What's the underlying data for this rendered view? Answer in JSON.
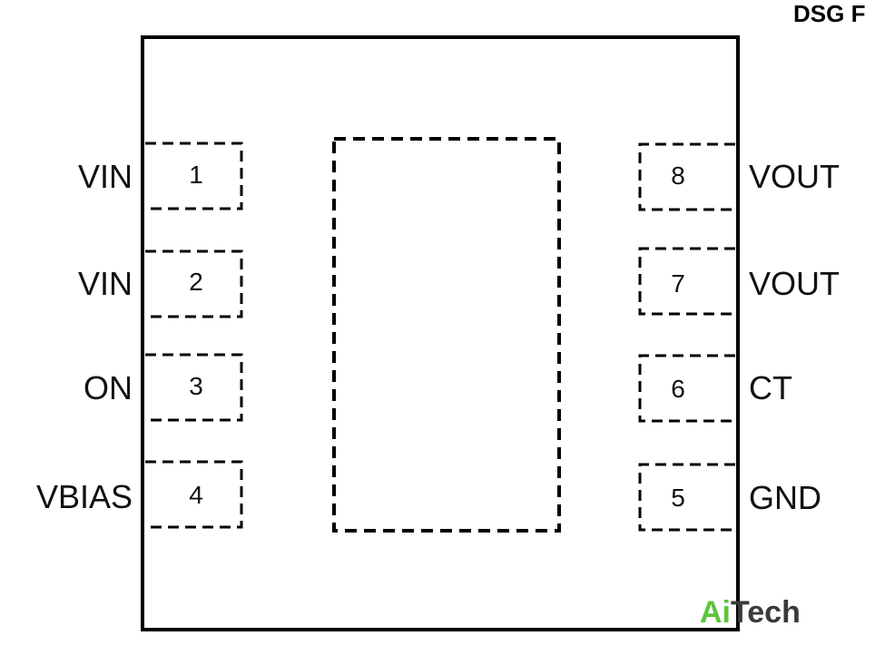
{
  "package_title": "DSG F",
  "colors": {
    "outline": "#000000",
    "text": "#111111",
    "logo_accent": "#5cc53a",
    "logo_main": "#3a3a3a"
  },
  "logo": {
    "part1": "Ai",
    "part2": "Tech"
  },
  "pins": [
    {
      "number": "1",
      "name": "VIN"
    },
    {
      "number": "2",
      "name": "VIN"
    },
    {
      "number": "3",
      "name": "ON"
    },
    {
      "number": "4",
      "name": "VBIAS"
    },
    {
      "number": "5",
      "name": "GND"
    },
    {
      "number": "6",
      "name": "CT"
    },
    {
      "number": "7",
      "name": "VOUT"
    },
    {
      "number": "8",
      "name": "VOUT"
    }
  ]
}
